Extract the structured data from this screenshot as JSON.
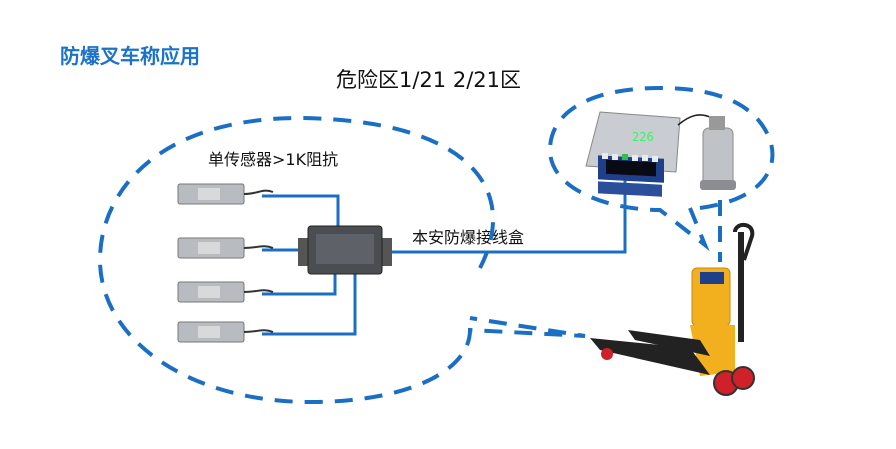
{
  "title": "防爆叉车称应用",
  "zone_label": "危险区1/21 2/21区",
  "load_cell_label": "单传感器>1K阻抗",
  "junction_box_label": "本安防爆接线盒",
  "indicator_display": "226",
  "colors": {
    "accent": "#1a6fc4",
    "title": "#1a73c8",
    "forklift": "#f2b01e",
    "wheel": "#d0202a"
  }
}
